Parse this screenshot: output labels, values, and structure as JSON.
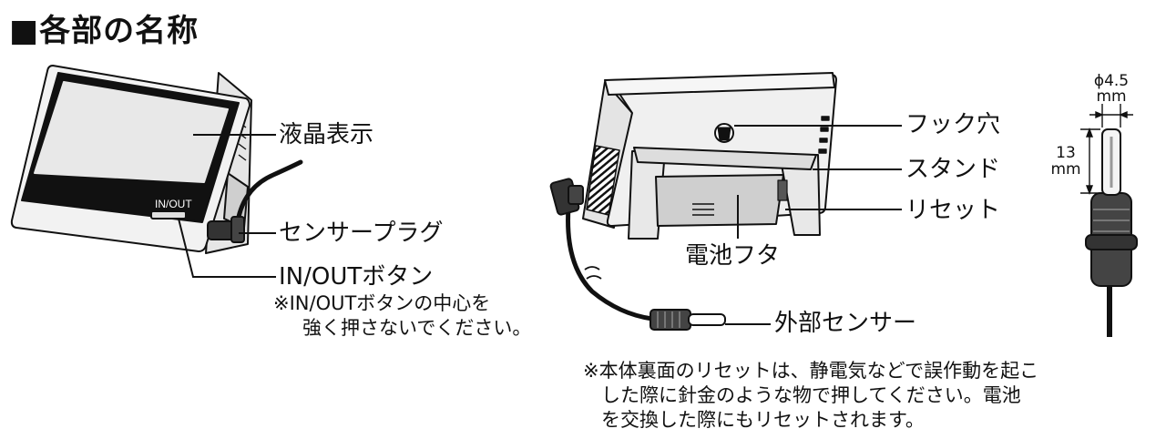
{
  "title": "■各部の名称",
  "front": {
    "device_label": "IN/OUT",
    "lcd_label": "液晶表示",
    "plug_label": "センサープラグ",
    "button_label": "IN/OUTボタン",
    "button_note": [
      "※IN/OUTボタンの中心を",
      "強く押さないでください。"
    ]
  },
  "back": {
    "hook_label": "フック穴",
    "stand_label": "スタンド",
    "reset_label": "リセット",
    "cover_label": "電池フタ",
    "sensor_label": "外部センサー",
    "note": [
      "※本体裏面のリセットは、静電気などで誤作動を起こ",
      "した際に針金のような物で押してください。電池",
      "を交換した際にもリセットされます。"
    ]
  },
  "sensor_dims": {
    "diameter": "ϕ4.5",
    "diameter_unit": "mm",
    "length": "13",
    "length_unit": "mm"
  }
}
